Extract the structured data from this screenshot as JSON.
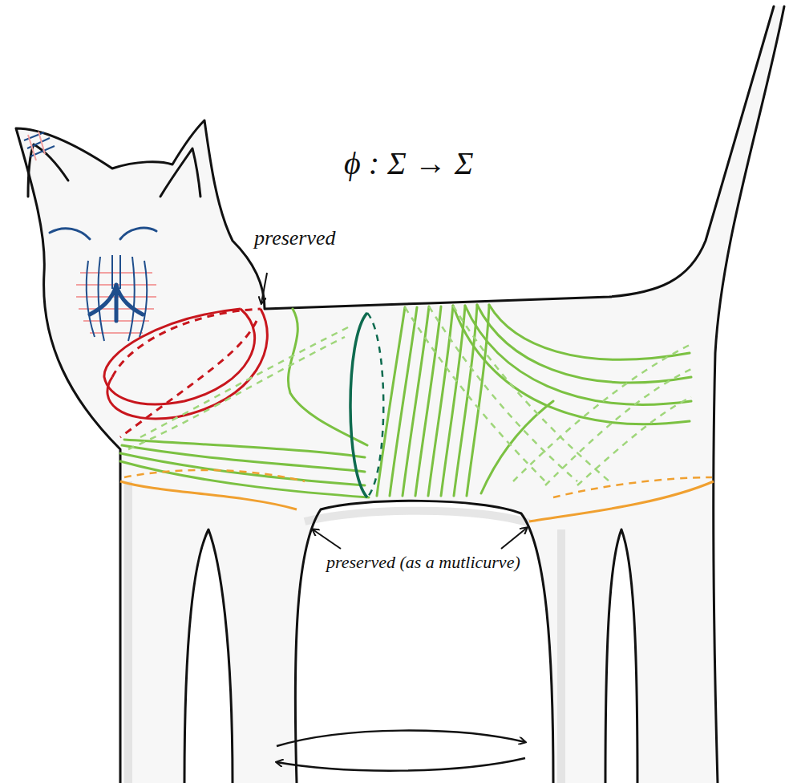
{
  "diagram": {
    "labels": [
      "ϕ : Σ → Σ",
      "preserved",
      "preserved (as a mutlicurve)"
    ]
  }
}
